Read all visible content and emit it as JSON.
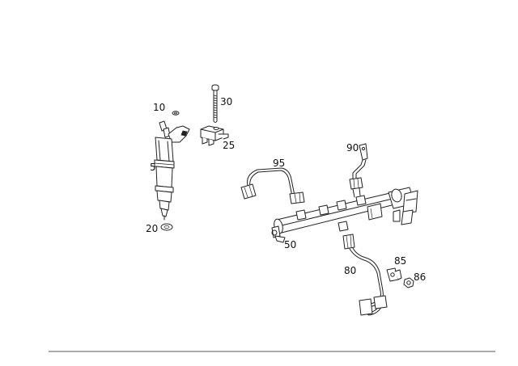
{
  "diagram": {
    "callouts": [
      {
        "id": "10",
        "text": "10"
      },
      {
        "id": "30",
        "text": "30"
      },
      {
        "id": "25",
        "text": "25"
      },
      {
        "id": "5",
        "text": "5"
      },
      {
        "id": "20",
        "text": "20"
      },
      {
        "id": "95",
        "text": "95"
      },
      {
        "id": "90",
        "text": "90"
      },
      {
        "id": "50",
        "text": "50"
      },
      {
        "id": "80",
        "text": "80"
      },
      {
        "id": "85",
        "text": "85"
      },
      {
        "id": "86",
        "text": "86"
      }
    ]
  }
}
